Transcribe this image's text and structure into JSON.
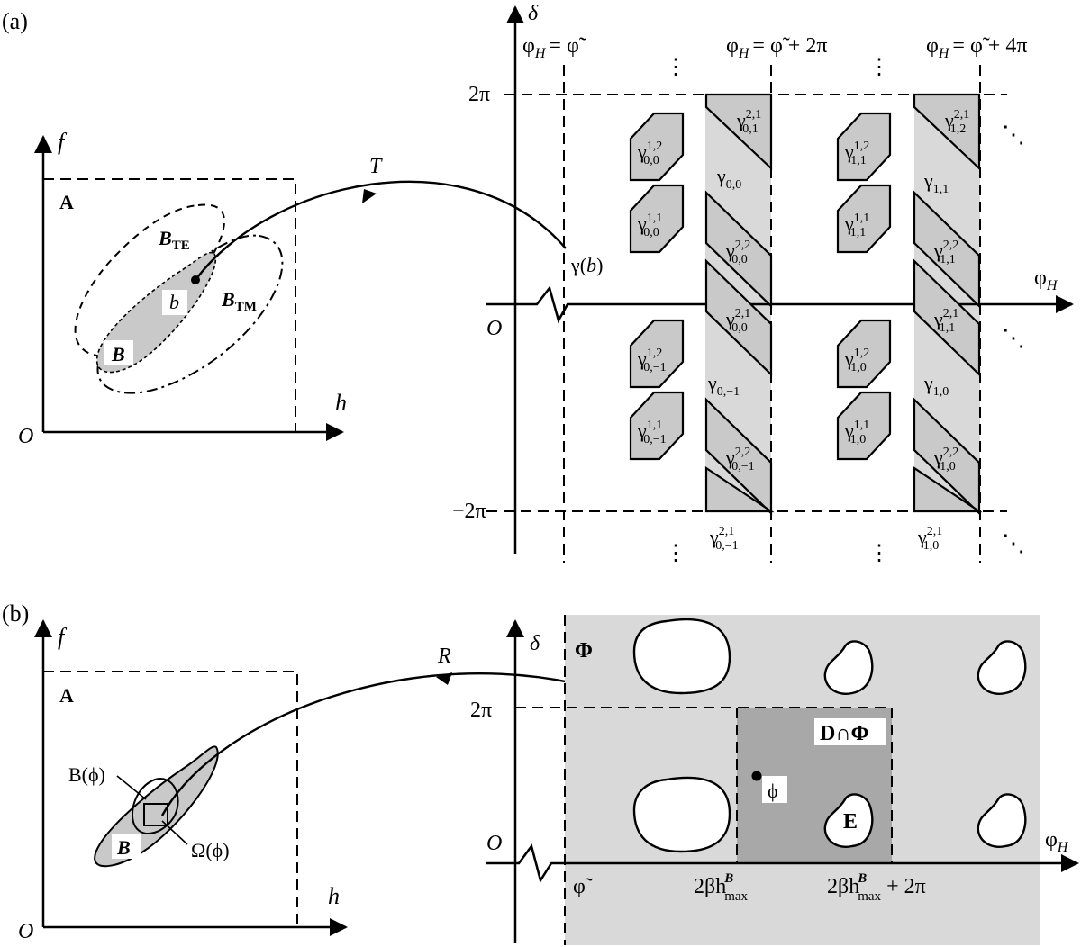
{
  "panel_a": {
    "label": "(a)",
    "left_plot": {
      "y_axis": "f",
      "x_axis": "h",
      "origin": "O",
      "region_A": "A",
      "region_B": "B",
      "region_BTE": "B",
      "region_BTE_sub": "TE",
      "region_BTM": "B",
      "region_BTM_sub": "TM",
      "point_b": "b"
    },
    "map_label": "T",
    "right_plot": {
      "y_axis": "δ",
      "x_axis": "φ",
      "x_axis_sub": "H",
      "origin": "O",
      "y_tick_top": "2π",
      "y_tick_bottom": "−2π",
      "gamma_b": "γ(b)",
      "column_headers": [
        {
          "lhs": "φ",
          "sub": "H",
          "rhs": "= φ̃"
        },
        {
          "lhs": "φ",
          "sub": "H",
          "rhs": "= φ̃ + 2π"
        },
        {
          "lhs": "φ",
          "sub": "H",
          "rhs": "= φ̃ + 4π"
        }
      ],
      "region_labels": [
        {
          "base": "γ",
          "sub": "0,0"
        },
        {
          "base": "γ",
          "sub": "1,1"
        },
        {
          "base": "γ",
          "sub": "0,−1"
        },
        {
          "base": "γ",
          "sub": "1,0"
        }
      ],
      "cell_labels": [
        {
          "base": "γ",
          "sup": "1,2",
          "sub": "0,0"
        },
        {
          "base": "γ",
          "sup": "1,1",
          "sub": "0,0"
        },
        {
          "base": "γ",
          "sup": "2,1",
          "sub": "0,1"
        },
        {
          "base": "γ",
          "sup": "2,2",
          "sub": "0,0"
        },
        {
          "base": "γ",
          "sup": "2,1",
          "sub": "0,0"
        },
        {
          "base": "γ",
          "sup": "1,2",
          "sub": "1,1"
        },
        {
          "base": "γ",
          "sup": "1,1",
          "sub": "1,1"
        },
        {
          "base": "γ",
          "sup": "2,1",
          "sub": "1,2"
        },
        {
          "base": "γ",
          "sup": "2,2",
          "sub": "1,1"
        },
        {
          "base": "γ",
          "sup": "2,1",
          "sub": "1,1"
        },
        {
          "base": "γ",
          "sup": "1,2",
          "sub": "0,−1"
        },
        {
          "base": "γ",
          "sup": "1,1",
          "sub": "0,−1"
        },
        {
          "base": "γ",
          "sup": "2,2",
          "sub": "0,−1"
        },
        {
          "base": "γ",
          "sup": "2,1",
          "sub": "0,−1"
        },
        {
          "base": "γ",
          "sup": "1,2",
          "sub": "1,0"
        },
        {
          "base": "γ",
          "sup": "1,1",
          "sub": "1,0"
        },
        {
          "base": "γ",
          "sup": "2,2",
          "sub": "1,0"
        },
        {
          "base": "γ",
          "sup": "2,1",
          "sub": "1,0"
        }
      ],
      "ellipsis_v": "⋮",
      "ellipsis_d": "⋱"
    }
  },
  "panel_b": {
    "label": "(b)",
    "left_plot": {
      "y_axis": "f",
      "x_axis": "h",
      "origin": "O",
      "region_A": "A",
      "region_B": "B",
      "B_phi": "B(ϕ)",
      "Omega_phi": "Ω(ϕ)"
    },
    "map_label": "R",
    "right_plot": {
      "y_axis": "δ",
      "x_axis": "φ",
      "x_axis_sub": "H",
      "origin": "O",
      "y_tick": "2π",
      "region_Phi": "Φ",
      "region_D_Phi": "D∩Φ",
      "region_E": "E",
      "point_phi": "ϕ",
      "x_tick_1": "φ̃",
      "x_tick_2": {
        "pre": "2βh",
        "sup": "B",
        "sub": "max",
        "post": ""
      },
      "x_tick_3": {
        "pre": "2βh",
        "sup": "B",
        "sub": "max",
        "post": " + 2π"
      }
    }
  }
}
